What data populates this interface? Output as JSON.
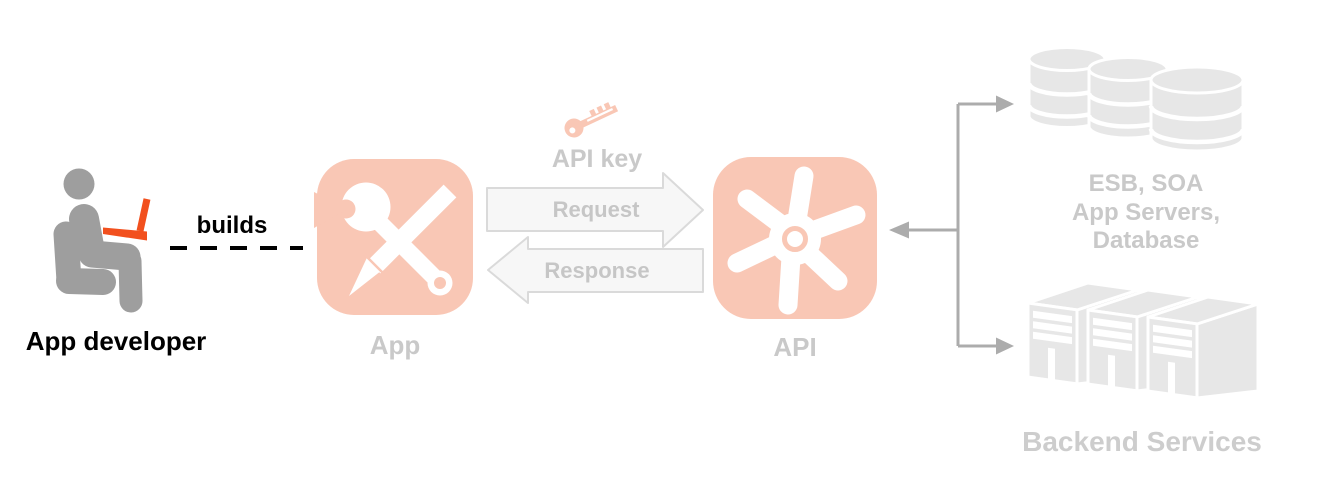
{
  "colors": {
    "salmon": "#F9C7B5",
    "orange": "#F2501E",
    "person-gray": "#9E9E9E",
    "shape-gray": "#E7E7E7",
    "label-gray": "#C9C9C9",
    "arrow-label-gray": "#C6C6C6",
    "connector-gray": "#ACACAC",
    "arrow-fill": "#F7F7F7",
    "arrow-stroke": "#DADADA",
    "text-black": "#000000",
    "white": "#FFFFFF"
  },
  "developer": {
    "label": "App developer",
    "action": "builds"
  },
  "app": {
    "label": "App"
  },
  "exchange": {
    "api_key_label": "API key",
    "request_label": "Request",
    "response_label": "Response"
  },
  "api": {
    "label": "API"
  },
  "backend": {
    "systems": {
      "line1": "ESB, SOA",
      "line2": "App Servers,",
      "line3": "Database"
    },
    "services": {
      "label": "Backend Services"
    }
  }
}
